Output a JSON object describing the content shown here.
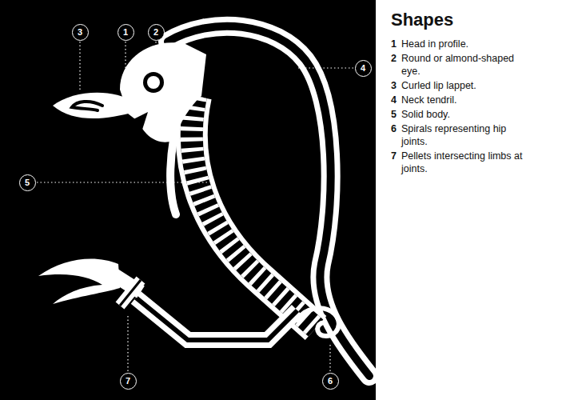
{
  "diagram": {
    "title": "Shapes",
    "nodes": [
      {
        "text": [
          "3"
        ]
      },
      {
        "text": [
          "1"
        ]
      },
      {
        "text": [
          "2"
        ]
      },
      {
        "text": [
          "4"
        ]
      },
      {
        "text": [
          "5"
        ]
      },
      {
        "text": [
          "7"
        ]
      },
      {
        "text": [
          "6"
        ]
      }
    ],
    "labels": [
      "1",
      "Head in profile.",
      "2",
      "Round or almond-shaped eye.",
      "3",
      "Curled lip lappet.",
      "4",
      "Neck tendril.",
      "5",
      "Solid body.",
      "6",
      "Spirals representing hip joints.",
      "7",
      "Pellets intersecting limbs at joints."
    ]
  }
}
